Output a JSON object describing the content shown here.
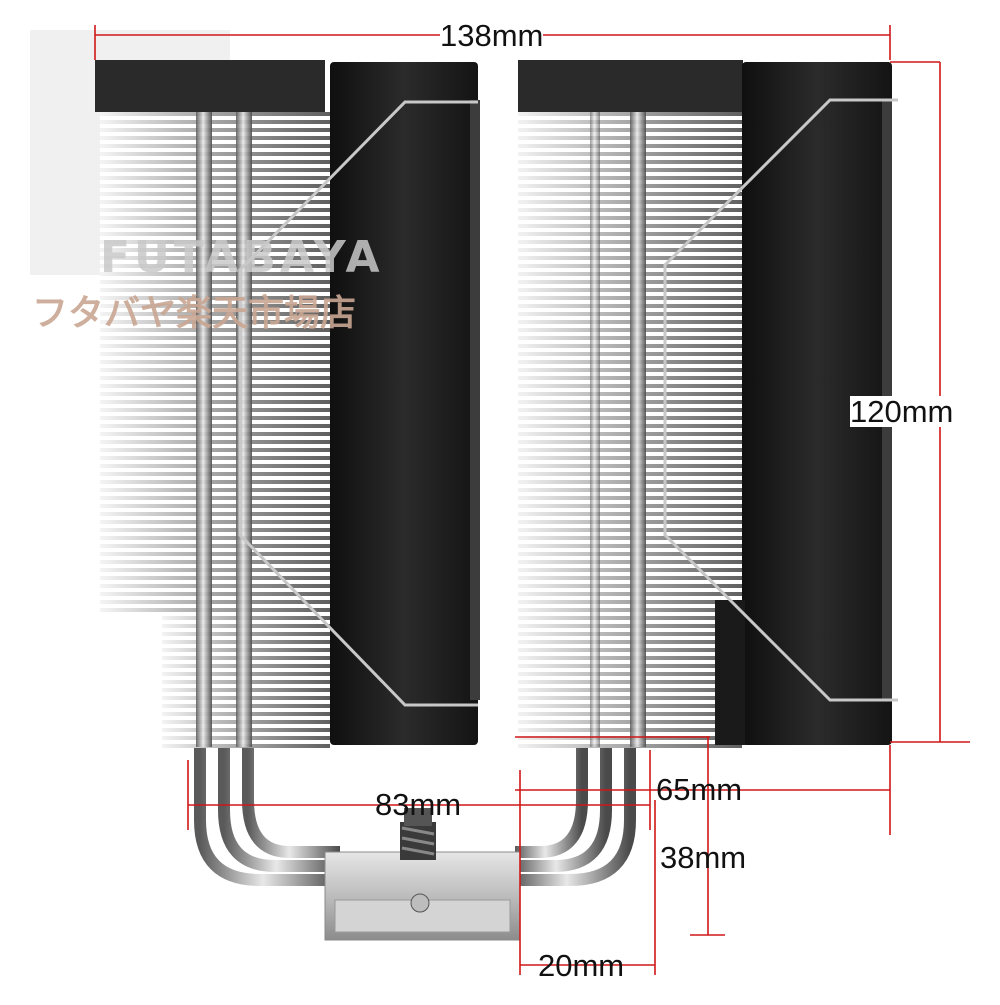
{
  "product": "Dual-tower CPU air cooler (dimension drawing)",
  "watermark": {
    "latin": "FUTABAYA",
    "japanese": "フタバヤ楽天市場店"
  },
  "dimensions": {
    "width_total": "138mm",
    "fan_height": "120mm",
    "heatsink_offset": "65mm",
    "tower_spacing": "83mm",
    "base_height": "38mm",
    "base_offset": "20mm"
  },
  "colors": {
    "dimension_line": "#d01818",
    "fan": "#1e1e1e",
    "fin": "#9a9a9a"
  }
}
